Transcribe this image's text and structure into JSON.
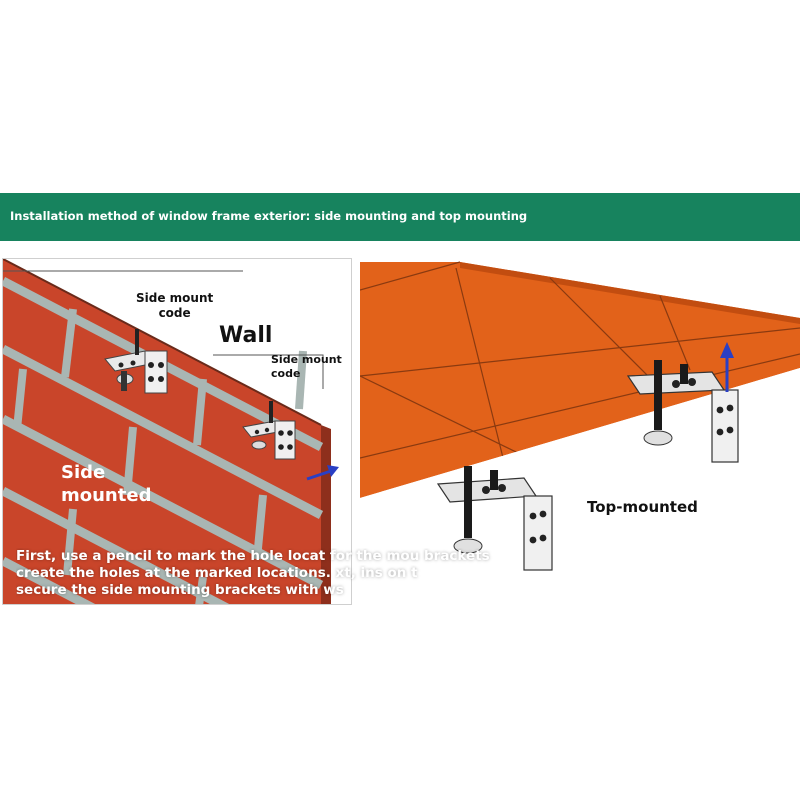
{
  "banner": {
    "title": "Installation method of window frame exterior: side mounting and top mounting",
    "color": "#17835e"
  },
  "left_panel": {
    "label_side_mount_code_1_line1": "Side mount",
    "label_side_mount_code_1_line2": "code",
    "label_wall": "Wall",
    "label_side_mount_code_2_line1": "Side mount",
    "label_side_mount_code_2_line2": "code",
    "label_side_mounted_line1": "Side",
    "label_side_mounted_line2": "mounted",
    "brick_color": "#c9452a",
    "mortar_color": "#a9b6b3"
  },
  "right_panel": {
    "label_top_mounted": "Top-mounted",
    "ceiling_color": "#e2621a",
    "arrow_color": "#2a3fc4"
  },
  "instructions": {
    "line1": "First, use a pencil to mark the hole locat       for the mou          brackets",
    "line2": "create the holes at the marked locations.   xt, ins                  on t",
    "line3": "secure the side mounting brackets with     ws"
  }
}
